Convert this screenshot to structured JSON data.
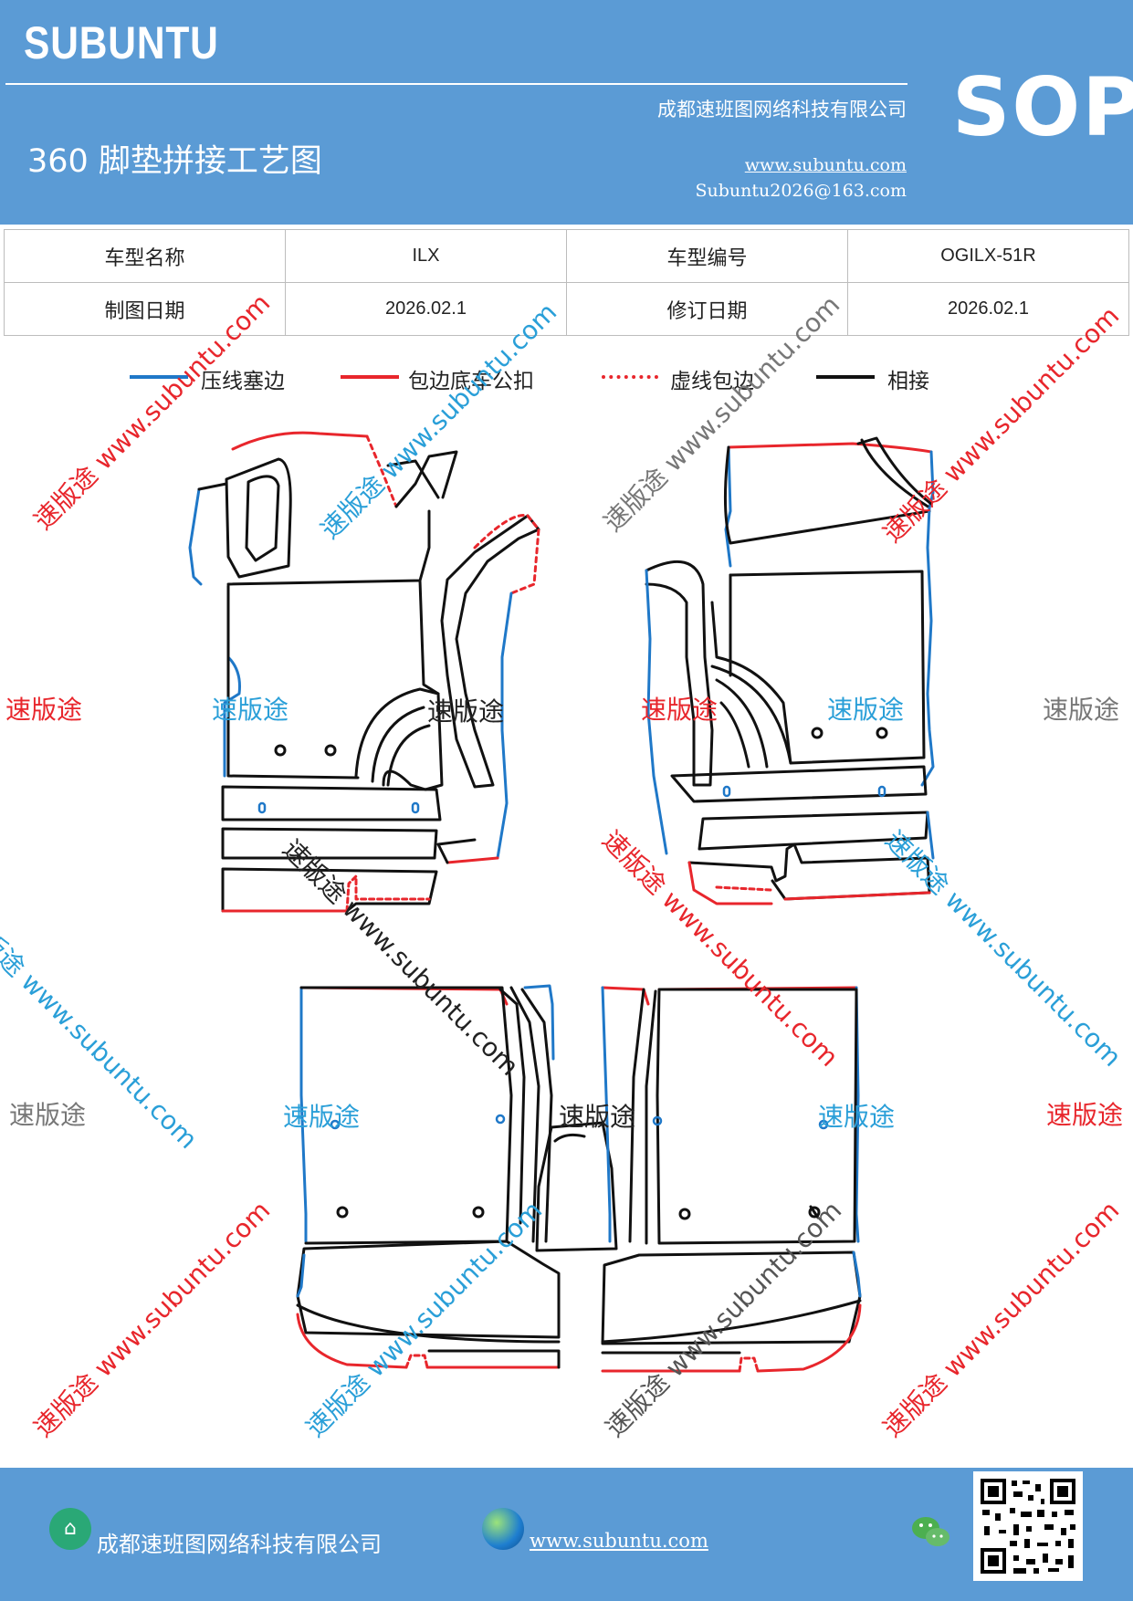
{
  "header": {
    "brand": "SUBUNTU",
    "company": "成都速班图网络科技有限公司",
    "title": "360 脚垫拼接工艺图",
    "website": "www.subuntu.com",
    "email": "Subuntu2026@163.com",
    "badge": "SOP"
  },
  "info": {
    "model_name_label": "车型名称",
    "model_name": "ILX",
    "model_code_label": "车型编号",
    "model_code": "OGILX-51R",
    "draw_date_label": "制图日期",
    "draw_date": "2026.02.1",
    "revise_date_label": "修订日期",
    "revise_date": "2026.02.1"
  },
  "legend": [
    {
      "label": "压线塞边",
      "color": "#1f78c8",
      "style": "solid"
    },
    {
      "label": "包边底车公扣",
      "color": "#e8262c",
      "style": "solid"
    },
    {
      "label": "虚线包边",
      "color": "#e8262c",
      "style": "dashed"
    },
    {
      "label": "相接",
      "color": "#111111",
      "style": "solid"
    }
  ],
  "watermark": {
    "brand": "速版途",
    "url": "www.subuntu.com",
    "diagonal": "速版途 www.subuntu.com",
    "colors": {
      "red": "#e8262c",
      "blue": "#2a9fd8",
      "gray": "#777777",
      "black": "#222222"
    }
  },
  "footer": {
    "company": "成都速班图网络科技有限公司",
    "website": "www.subuntu.com",
    "icons": [
      "building-icon",
      "globe-icon",
      "wechat-icon",
      "qr-code"
    ]
  }
}
